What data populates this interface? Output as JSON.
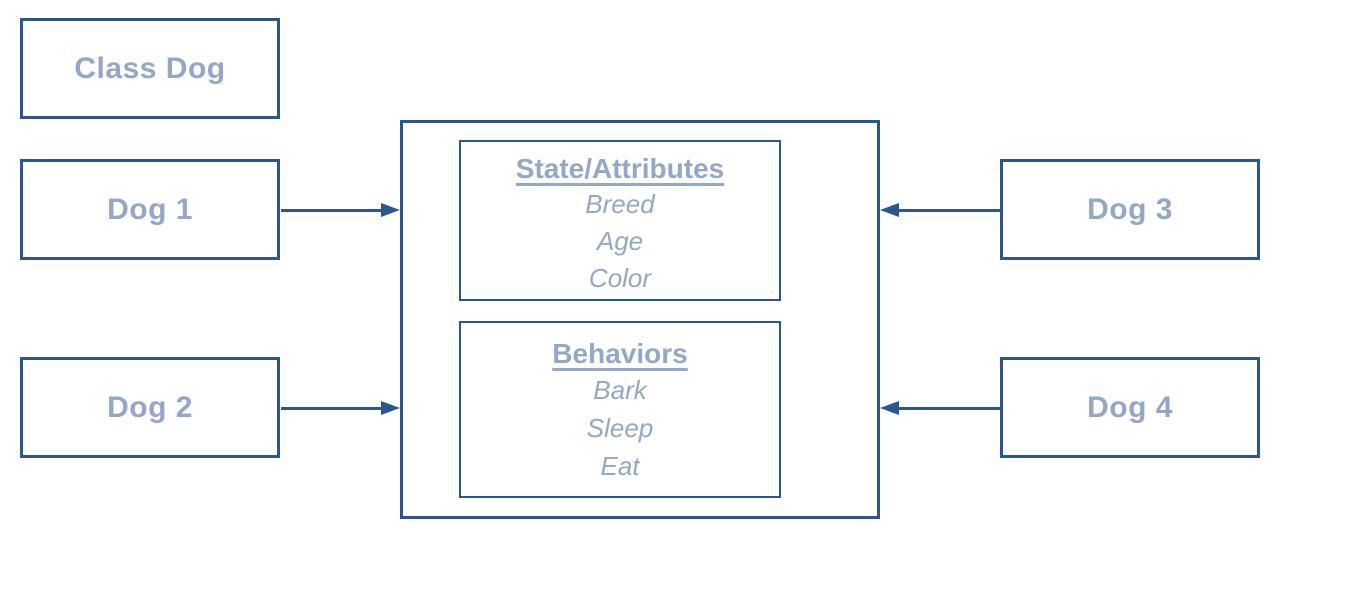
{
  "diagram": {
    "title_box": {
      "label": "Class Dog"
    },
    "instances": [
      {
        "id": "dog1",
        "label": "Dog 1"
      },
      {
        "id": "dog2",
        "label": "Dog 2"
      },
      {
        "id": "dog3",
        "label": "Dog 3"
      },
      {
        "id": "dog4",
        "label": "Dog 4"
      }
    ],
    "class_box": {
      "sections": [
        {
          "title": "State/Attributes",
          "items": [
            "Breed",
            "Age",
            "Color"
          ]
        },
        {
          "title": "Behaviors",
          "items": [
            "Bark",
            "Sleep",
            "Eat"
          ]
        }
      ]
    },
    "arrows": [
      {
        "from": "Dog 1",
        "to": "class box",
        "direction": "right"
      },
      {
        "from": "Dog 2",
        "to": "class box",
        "direction": "right"
      },
      {
        "from": "Dog 3",
        "to": "class box",
        "direction": "left"
      },
      {
        "from": "Dog 4",
        "to": "class box",
        "direction": "left"
      }
    ],
    "colors": {
      "line": "#2b5690",
      "text": "#94a7c6",
      "background": "#ffffff"
    }
  }
}
